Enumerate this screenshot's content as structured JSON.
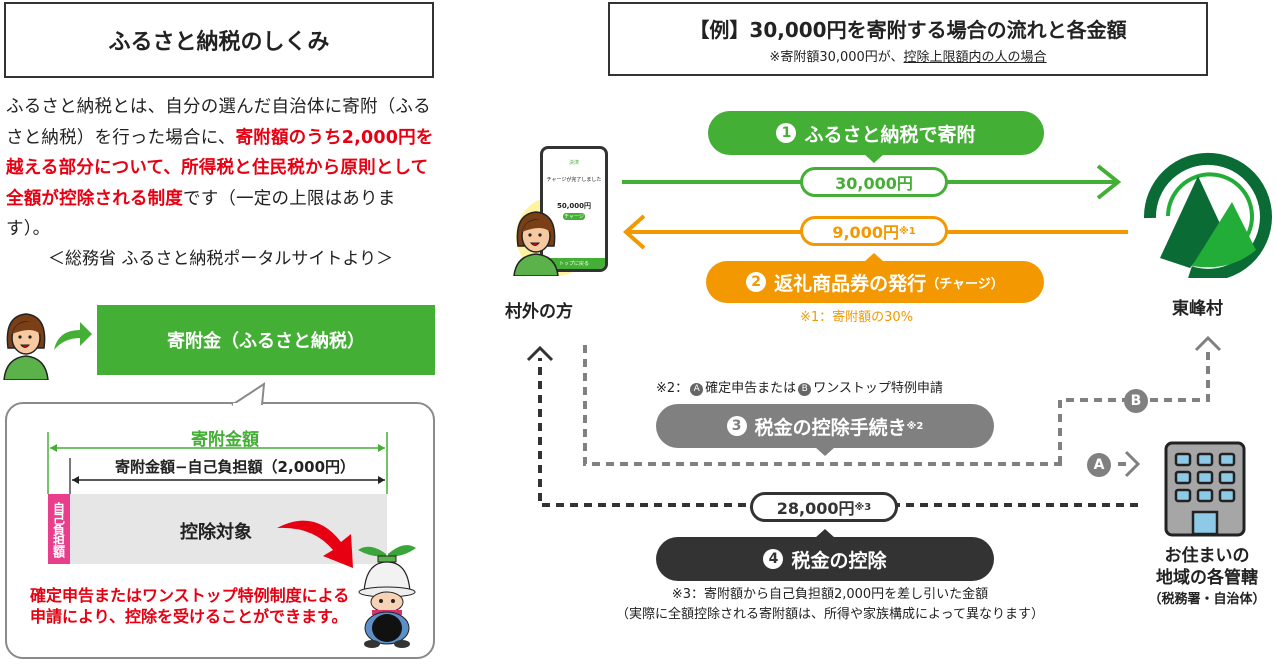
{
  "left": {
    "title": "ふるさと納税のしくみ",
    "intro": {
      "part1": "ふるさと納税とは、自分の選んだ自治体に寄附（ふるさと納税）を行った場合に、",
      "highlight": "寄附額のうち2,000円を越える部分について、所得税と住民税から原則として全額が控除される制度",
      "part2": "です（一定の上限はあります）。"
    },
    "source": "＜総務省 ふるさと納税ポータルサイトより＞",
    "donation_box": "寄附金（ふるさと納税）",
    "amount_label": "寄附金額",
    "sub_label": "寄附金額−自己負担額（2,000円）",
    "self_burden": "自己負担額",
    "deduct_target": "控除対象",
    "note": "確定申告またはワンストップ特例制度による申請により、控除を受けることができます。"
  },
  "right": {
    "title": "【例】30,000円を寄附する場合の流れと各金額",
    "subtitle_prefix": "※寄附額30,000円が、",
    "subtitle_underline": "控除上限額内の人の場合",
    "steps": [
      {
        "num": "1",
        "label": "ふるさと納税で寄附",
        "color": "#44af35"
      },
      {
        "num": "2",
        "label": "返礼商品券の発行",
        "suffix": "（チャージ）",
        "color": "#f39800"
      },
      {
        "num": "3",
        "label": "税金の控除手続き",
        "sup": "※2",
        "color": "#808080"
      },
      {
        "num": "4",
        "label": "税金の控除",
        "color": "#333333"
      }
    ],
    "amounts": {
      "donation": "30,000円",
      "voucher": "9,000円",
      "voucher_sup": "※1",
      "deduction": "28,000円",
      "deduction_sup": "※3"
    },
    "note1": "※1：寄附額の30%",
    "note2_prefix": "※2：",
    "note2_a": "A",
    "note2_a_text": "確定申告または",
    "note2_b": "B",
    "note2_b_text": "ワンストップ特例申請",
    "note3_line1": "※3：寄附額から自己負担額2,000円を差し引いた金額",
    "note3_line2": "（実際に全額控除される寄附額は、所得や家族構成によって異なります）",
    "route_a": "A",
    "route_b": "B",
    "actors": {
      "outside": "村外の方",
      "village": "東峰村",
      "office_line1": "お住まいの",
      "office_line2": "地域の各管轄",
      "office_line3": "（税務署・自治体）"
    },
    "phone": {
      "header": "決済",
      "msg": "チャージが完了しました",
      "amount": "50,000円",
      "button": "チャージ",
      "footer": "トップに戻る"
    }
  },
  "colors": {
    "green": "#44af35",
    "orange": "#f39800",
    "red": "#e60012",
    "pink": "#e83e8c",
    "gray": "#808080",
    "dark": "#333333",
    "village_dark": "#0a6b35",
    "village_light": "#22ac38"
  }
}
